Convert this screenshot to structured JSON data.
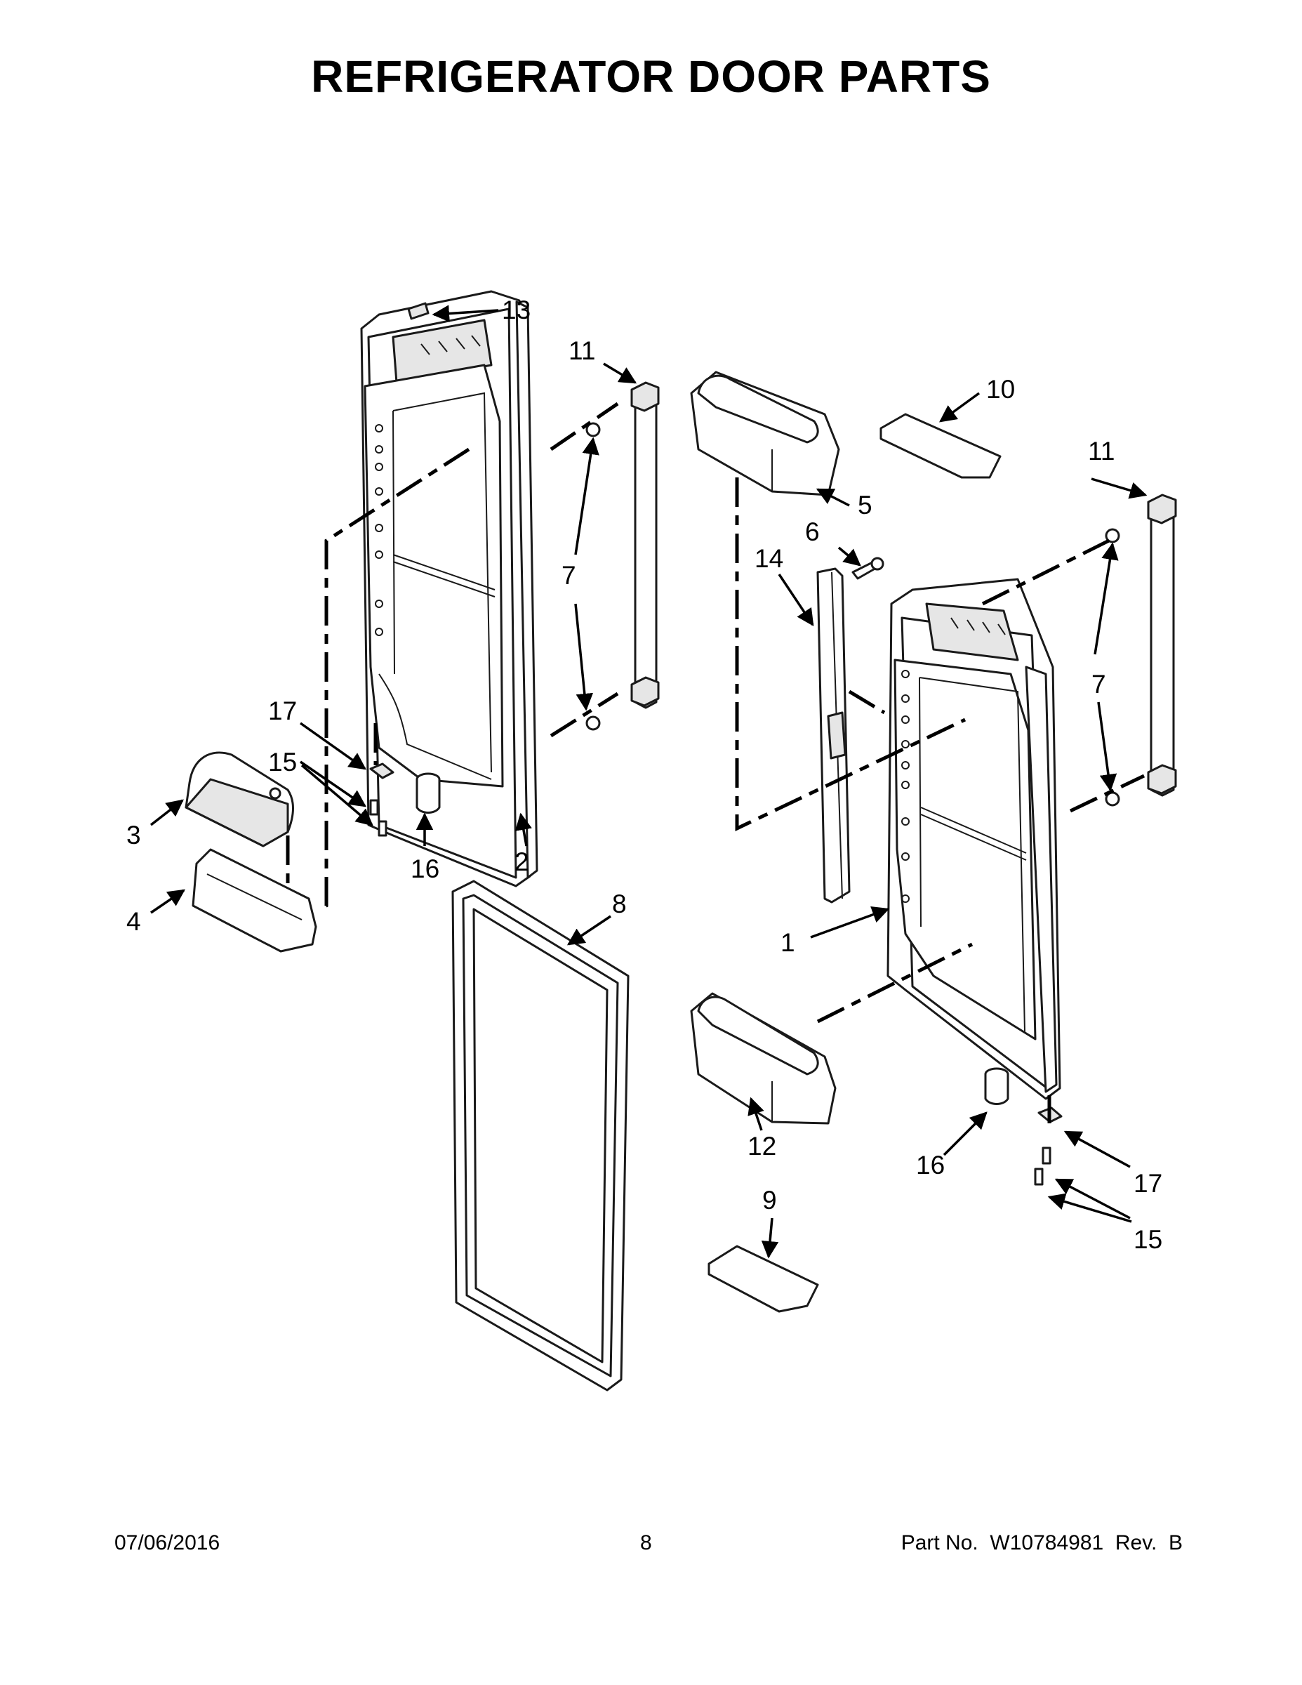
{
  "title": "REFRIGERATOR DOOR PARTS",
  "callouts": [
    "1",
    "2",
    "3",
    "4",
    "5",
    "6",
    "7",
    "7",
    "8",
    "9",
    "10",
    "11",
    "11",
    "12",
    "13",
    "14",
    "15",
    "15",
    "16",
    "16",
    "17",
    "17"
  ],
  "footer": {
    "date": "07/06/2016",
    "page": "8",
    "part_number": "Part No.  W10784981  Rev.  B"
  }
}
